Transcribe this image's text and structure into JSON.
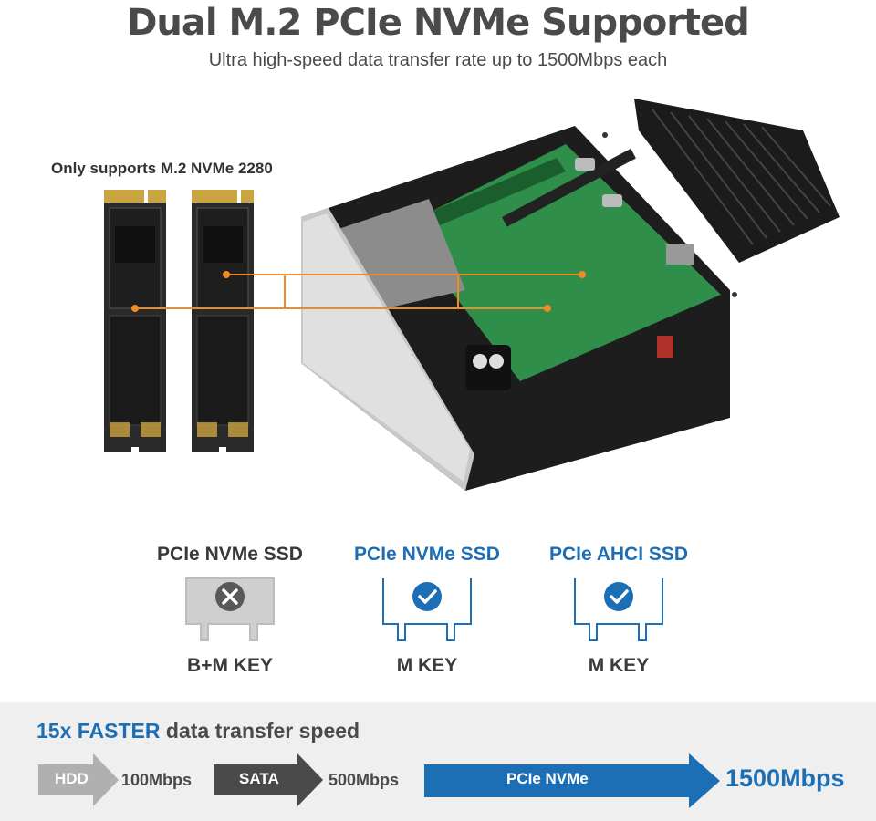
{
  "header": {
    "title": "Dual M.2 PCIe NVMe Supported",
    "subtitle": "Ultra high-speed data transfer rate up to 1500Mbps each"
  },
  "note": "Only supports M.2 NVMe 2280",
  "colors": {
    "accent": "#1d6fb5",
    "text": "#4a4a4a",
    "band": "#efefef",
    "callout": "#f08a24",
    "gray_arrow": "#b0b0b0",
    "dark_arrow": "#4a4a4a"
  },
  "compatibility": [
    {
      "type": "PCIe NVMe SSD",
      "key": "B+M KEY",
      "supported": false,
      "icon": "x-circle-icon"
    },
    {
      "type": "PCIe NVMe SSD",
      "key": "M KEY",
      "supported": true,
      "icon": "check-circle-icon"
    },
    {
      "type": "PCIe AHCI SSD",
      "key": "M KEY",
      "supported": true,
      "icon": "check-circle-icon"
    }
  ],
  "speed": {
    "headline_accent": "15x FASTER",
    "headline_rest": "data transfer speed",
    "items": [
      {
        "label": "HDD",
        "value": "100Mbps"
      },
      {
        "label": "SATA",
        "value": "500Mbps"
      },
      {
        "label": "PCIe NVMe",
        "value": "1500Mbps"
      }
    ]
  }
}
